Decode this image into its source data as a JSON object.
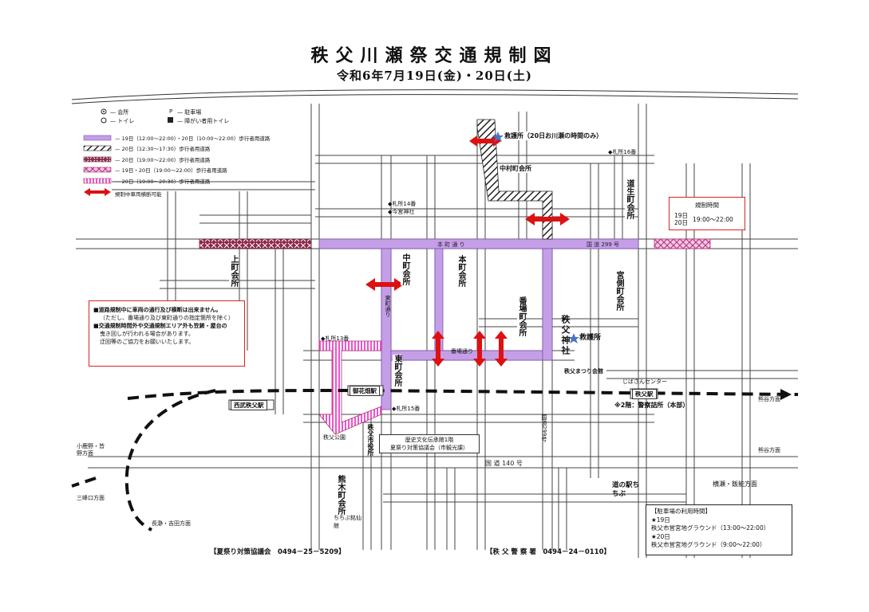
{
  "header": {
    "title": "秩父川瀬祭交通規制図",
    "subtitle": "令和6年7月19日(金)・20日(土)"
  },
  "legend": {
    "items": [
      {
        "symbol": "会",
        "label": "— 会所"
      },
      {
        "symbol": "P",
        "label": "— 駐車場"
      },
      {
        "symbol": "W",
        "label": "— トイレ"
      },
      {
        "symbol": "♿",
        "label": "— 障がい者用トイレ"
      },
      {
        "style": "purple",
        "label": "— 19日（12:00～22:00）・20日（10:00～22:00）歩行者用道路"
      },
      {
        "style": "hatch",
        "label": "— 20日（12:30～17:30）歩行者用道路"
      },
      {
        "style": "maroon",
        "label": "— 20日（19:00～22:00）歩行者用道路"
      },
      {
        "style": "pinkx",
        "label": "— 19日・20日（19:00～22:00）歩行者用道路"
      },
      {
        "style": "pinkstripe",
        "label": "— 20日（19:00～20:30）歩行者用道路"
      },
      {
        "style": "arrow",
        "label": "規制中車両横断可能"
      }
    ],
    "colors": {
      "purple": "#c59ee8",
      "maroon": "#8e2b4a",
      "pink": "#ee66cc",
      "red": "#dd1111"
    }
  },
  "notice": {
    "lines": [
      "■道路規制中に車両の通行及び横断は出来ません。",
      "（ただし、番場通り及び東町通りの指定箇所を除く）",
      "■交通規制時間外や交通規制エリア外も笠鉾・屋台の",
      "曳き回しが行われる場合があります。",
      "迂回等のご協力をお願いいたします。"
    ]
  },
  "callout": {
    "title": "規制時間",
    "day1": "19日",
    "day2": "20日",
    "time": "19:00～22:00"
  },
  "parking": {
    "title": "【駐車場の利用時間】",
    "lines": [
      "★19日",
      "秩父市営宮地グラウンド（13:00～22:00）",
      "★20日",
      "秩父市営宮地グラウンド（9:00～22:00）"
    ]
  },
  "contacts": {
    "left": "【夏祭り対策協議会　0494－25－5209】",
    "right": "【秩 父 警 察 署　0494－24－0110】"
  },
  "halls": {
    "kamimachi": "上町会所",
    "nakamachi": "中町会所",
    "motomachi": "本町会所",
    "bambamachi": "番場町会所",
    "higashimachi": "東町会所",
    "miyagawa": "宮側町会所",
    "michiikimachi": "道生町会所",
    "kumagimachi": "熊木町会所",
    "nakamura": "中村町会所"
  },
  "places": {
    "kyugo1": "救護所（20日お川瀬の時間のみ）",
    "kyugo2": "救護所",
    "shrine": "秩父神社",
    "seibu": "西武秩父駅",
    "chichibu_st": "秩父駅",
    "ohanabatake": "御花畑駅",
    "tenjin": "※2階：警察詰所（本部）",
    "city_office": "秩父市役所",
    "history": "歴史文化伝承館1階",
    "history2": "夏祭り対策協議会（市観光課）",
    "michinoeki": "道の駅ちちぶ",
    "chichibu_park": "秩父公園",
    "kumagi_sub": "ちちぶ銘仙館",
    "jiba": "じばさんセンター",
    "matsuri_kaikan": "秩父まつり会館",
    "r299": "国道299号",
    "r140": "国道140号",
    "honmachi_st": "本町通り",
    "bamba_st": "番場通り",
    "higashi_st": "東町通り",
    "fudasho14": "◆札所14番",
    "fudasho13": "◆札所13番",
    "fudasho15": "◆札所15番",
    "fudasho16": "◆札所16番",
    "imamiya": "◆今宮神社",
    "chichibu_dir": "熊谷方面",
    "minano_dir": "熊谷方面",
    "ogano_dir": "小鹿野・皆野方面",
    "minamigawa": "長瀞・吉田方面",
    "yokoze": "横瀬・飯能方面",
    "mitsumine": "三峰口方面"
  }
}
